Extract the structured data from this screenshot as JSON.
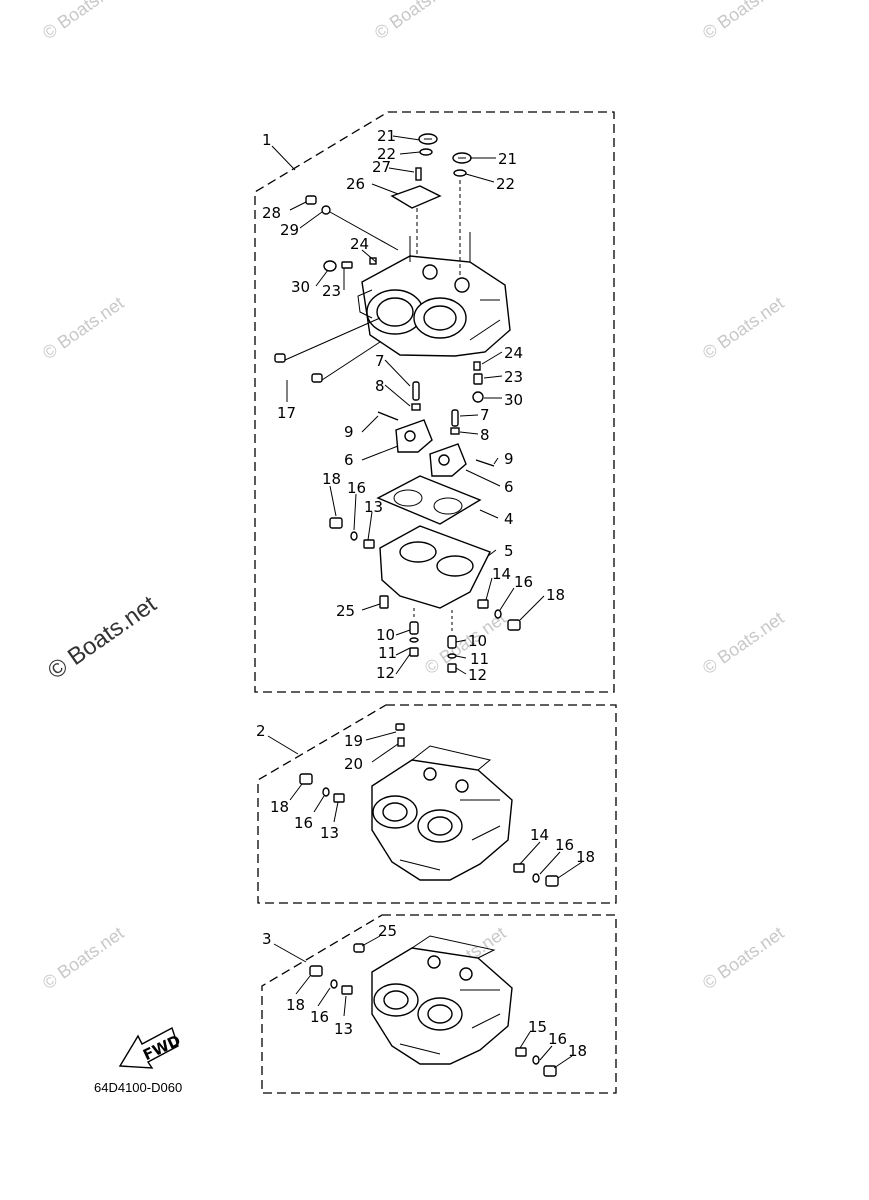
{
  "watermark": {
    "small": "© Boats.net",
    "large": "© Boats.net"
  },
  "diagram_code": "64D4100-D060",
  "fwd_label": "FWD",
  "groups": [
    {
      "id": "1",
      "label": "1"
    },
    {
      "id": "2",
      "label": "2"
    },
    {
      "id": "3",
      "label": "3"
    }
  ],
  "callouts": {
    "g1": [
      "21",
      "22",
      "27",
      "26",
      "21",
      "22",
      "28",
      "29",
      "24",
      "30",
      "23",
      "24",
      "23",
      "30",
      "17",
      "7",
      "8",
      "9",
      "6",
      "7",
      "8",
      "9",
      "6",
      "4",
      "18",
      "16",
      "13",
      "5",
      "14",
      "16",
      "18",
      "25",
      "10",
      "11",
      "12",
      "10",
      "11",
      "12"
    ],
    "g2": [
      "19",
      "20",
      "18",
      "16",
      "13",
      "14",
      "16",
      "18"
    ],
    "g3": [
      "25",
      "18",
      "16",
      "13",
      "15",
      "16",
      "18"
    ]
  }
}
